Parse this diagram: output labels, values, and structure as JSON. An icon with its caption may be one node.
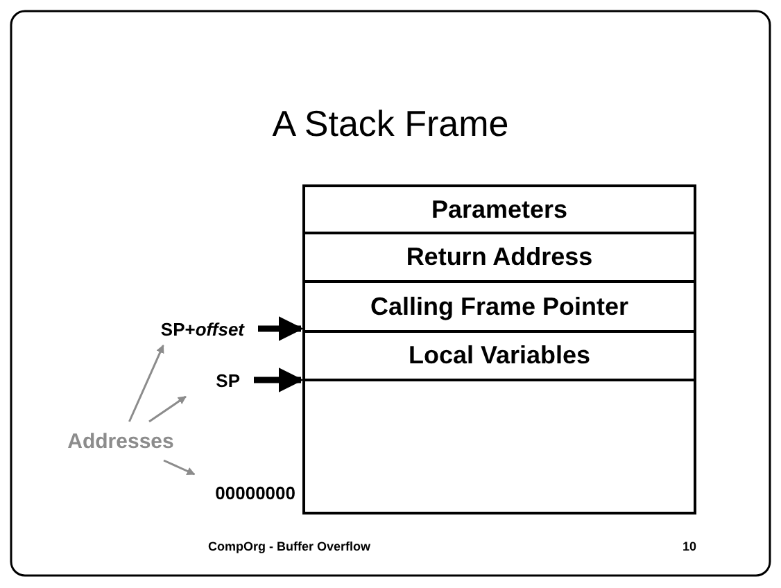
{
  "diagram": {
    "title": "A Stack Frame",
    "nodes": [
      {
        "text": [],
        "shape": "box"
      },
      {
        "text": [
          "Parameters"
        ],
        "in": 0
      },
      {
        "text": [
          "Return Address"
        ],
        "in": 0
      },
      {
        "text": [
          "Calling Frame Pointer"
        ],
        "in": 0
      },
      {
        "text": [
          "Local Variables"
        ],
        "in": 0
      },
      {
        "text": [
          "SP+*offset*"
        ]
      },
      {
        "text": [
          "SP"
        ]
      },
      {
        "text": [
          "Addresses"
        ]
      },
      {
        "text": [
          "00000000"
        ]
      }
    ],
    "edges": [
      {
        "from": 5,
        "to": 3,
        "arrow": "to",
        "style": "thick",
        "color": "#000000"
      },
      {
        "from": 6,
        "to": 0,
        "arrow": "to",
        "style": "thick",
        "color": "#000000"
      },
      {
        "from": 7,
        "to": 5,
        "arrow": "to"
      },
      {
        "from": 7,
        "to": 6,
        "arrow": "to"
      },
      {
        "from": 7,
        "to": 8,
        "arrow": "to"
      }
    ],
    "labels": [
      "CompOrg - Buffer Overflow",
      "10"
    ]
  }
}
